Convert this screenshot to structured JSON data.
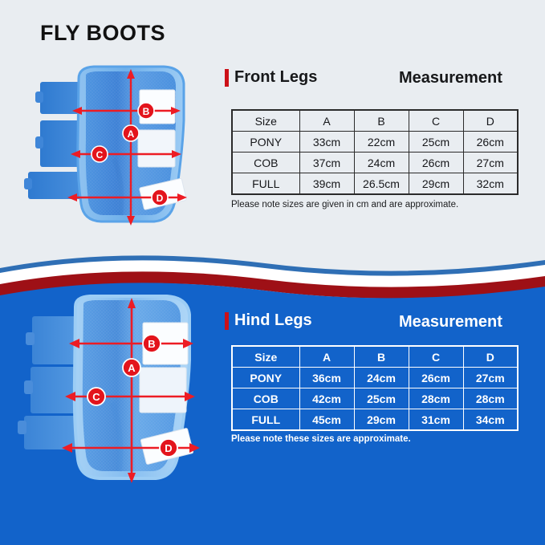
{
  "page": {
    "title": "FLY BOOTS",
    "background_color": "#e9edf1",
    "panel_color": "#1263ca",
    "accent_red": "#cc1118",
    "wave_white": "#ffffff",
    "wave_darkred": "#9e1016",
    "wave_blueline": "#2f6fb5"
  },
  "sections": [
    {
      "id": "front",
      "heading": "Front Legs",
      "measurement_label": "Measurement",
      "note": "Please note sizes are given in cm and are approximate.",
      "table": {
        "columns": [
          "Size",
          "A",
          "B",
          "C",
          "D"
        ],
        "rows": [
          [
            "PONY",
            "33cm",
            "22cm",
            "25cm",
            "26cm"
          ],
          [
            "COB",
            "37cm",
            "24cm",
            "26cm",
            "27cm"
          ],
          [
            "FULL",
            "39cm",
            "26.5cm",
            "29cm",
            "32cm"
          ]
        ]
      },
      "photo": {
        "alt": "blue fly boot front leg with measurement arrows",
        "markers": [
          "A",
          "B",
          "C",
          "D"
        ]
      }
    },
    {
      "id": "hind",
      "heading": "Hind Legs",
      "measurement_label": "Measurement",
      "note": "Please note these sizes are approximate.",
      "table": {
        "columns": [
          "Size",
          "A",
          "B",
          "C",
          "D"
        ],
        "rows": [
          [
            "PONY",
            "36cm",
            "24cm",
            "26cm",
            "27cm"
          ],
          [
            "COB",
            "42cm",
            "25cm",
            "28cm",
            "28cm"
          ],
          [
            "FULL",
            "45cm",
            "29cm",
            "31cm",
            "34cm"
          ]
        ]
      },
      "photo": {
        "alt": "blue fly boot hind leg with measurement arrows",
        "markers": [
          "A",
          "B",
          "C",
          "D"
        ]
      }
    }
  ]
}
